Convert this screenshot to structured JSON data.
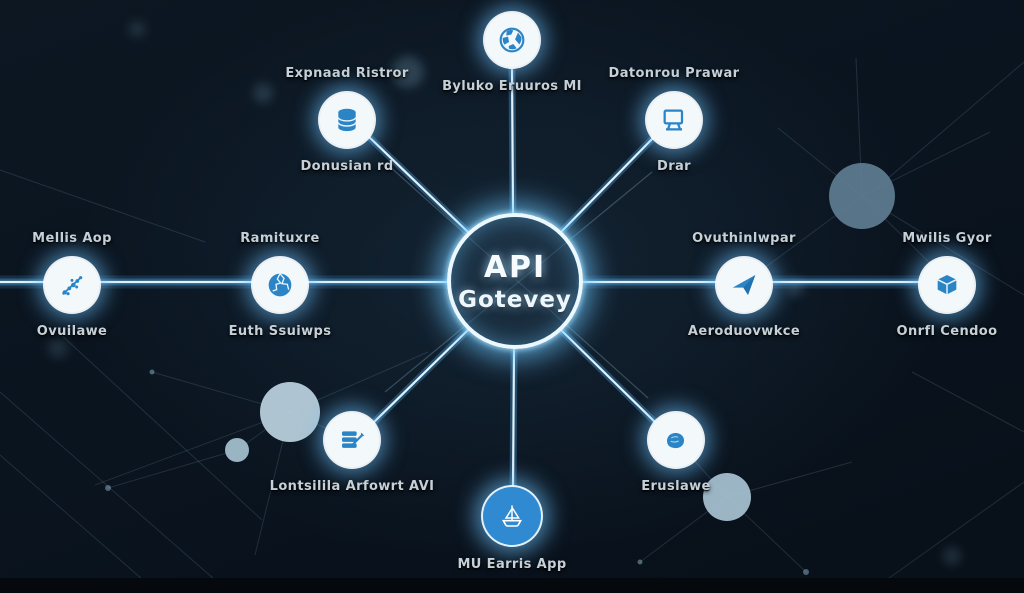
{
  "center": {
    "title": "API",
    "subtitle": "Gotevey"
  },
  "nodes": {
    "top_center": {
      "icon": "globe-network-icon",
      "label": "Byluko Eruuros MI"
    },
    "top_left": {
      "icon": "database-icon",
      "title": "Expnaad Ristror",
      "label": "Donusian rd"
    },
    "top_right": {
      "icon": "flowchart-icon",
      "title": "Datonrou Prawar",
      "label": "Drar"
    },
    "mid_left_outer": {
      "icon": "scatter-branch-icon",
      "title": "Mellis Aop",
      "label": "Ovuilawe"
    },
    "mid_left_inner": {
      "icon": "globe-icon",
      "title": "Ramituxre",
      "label": "Euth Ssuiwps"
    },
    "mid_right_inner": {
      "icon": "paper-plane-icon",
      "title": "Ovuthinlwpar",
      "label": "Aeroduovwkce"
    },
    "mid_right_outer": {
      "icon": "cube-icon",
      "title": "Mwilis Gyor",
      "label": "Onrfl Cendoo"
    },
    "bottom_left": {
      "icon": "layers-pencil-icon",
      "label": "Lontsilila Arfowrt AVI"
    },
    "bottom_center": {
      "icon": "ship-icon",
      "label": "MU Earris App"
    },
    "bottom_right": {
      "icon": "blob-icon",
      "label": "Eruslawe"
    }
  },
  "colors": {
    "background": "#0a141f",
    "beam": "#dff3ff",
    "beam_glow": "#5ab4ff",
    "icon_blue": "#2b84c6",
    "node_circle": "#f3f8fb",
    "label_text": "#c6d0d7"
  }
}
